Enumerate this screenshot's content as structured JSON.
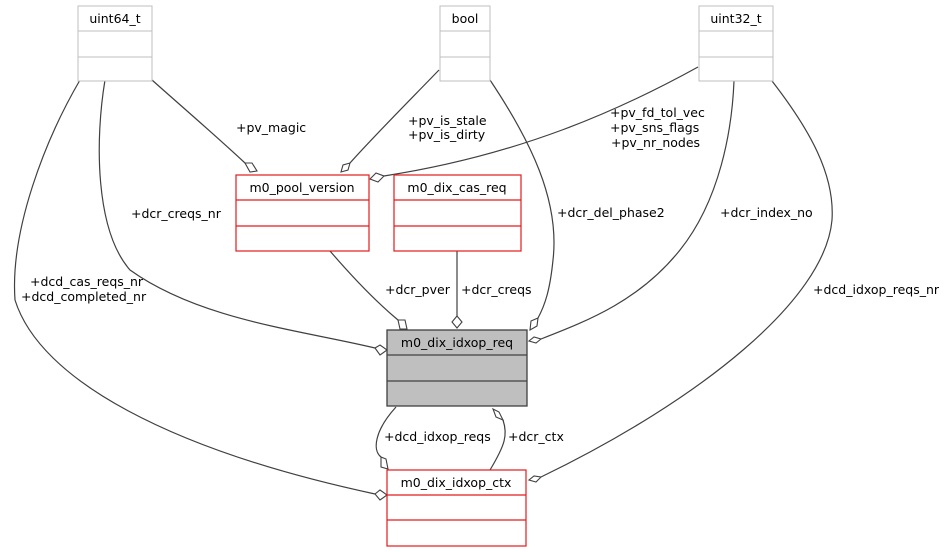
{
  "diagram": {
    "type": "collaboration-diagram",
    "nodes": {
      "uint64_t": {
        "label": "uint64_t",
        "style": "external"
      },
      "bool": {
        "label": "bool",
        "style": "external"
      },
      "uint32_t": {
        "label": "uint32_t",
        "style": "external"
      },
      "m0_pool_version": {
        "label": "m0_pool_version",
        "style": "linked"
      },
      "m0_dix_cas_req": {
        "label": "m0_dix_cas_req",
        "style": "linked"
      },
      "m0_dix_idxop_req": {
        "label": "m0_dix_idxop_req",
        "style": "focus"
      },
      "m0_dix_idxop_ctx": {
        "label": "m0_dix_idxop_ctx",
        "style": "linked"
      }
    },
    "edges": [
      {
        "from": "uint64_t",
        "to": "m0_pool_version",
        "labels": [
          "+pv_magic"
        ]
      },
      {
        "from": "bool",
        "to": "m0_pool_version",
        "labels": [
          "+pv_is_stale",
          "+pv_is_dirty"
        ]
      },
      {
        "from": "uint32_t",
        "to": "m0_pool_version",
        "labels": [
          "+pv_fd_tol_vec",
          "+pv_sns_flags",
          "+pv_nr_nodes"
        ]
      },
      {
        "from": "uint64_t",
        "to": "m0_dix_idxop_req",
        "labels": [
          "+dcr_creqs_nr"
        ]
      },
      {
        "from": "m0_pool_version",
        "to": "m0_dix_idxop_req",
        "labels": [
          "+dcr_pver"
        ]
      },
      {
        "from": "m0_dix_cas_req",
        "to": "m0_dix_idxop_req",
        "labels": [
          "+dcr_creqs"
        ]
      },
      {
        "from": "bool",
        "to": "m0_dix_idxop_req",
        "labels": [
          "+dcr_del_phase2"
        ]
      },
      {
        "from": "uint32_t",
        "to": "m0_dix_idxop_req",
        "labels": [
          "+dcr_index_no"
        ]
      },
      {
        "from": "m0_dix_idxop_ctx",
        "to": "m0_dix_idxop_req",
        "labels": [
          "+dcr_ctx"
        ]
      },
      {
        "from": "uint64_t",
        "to": "m0_dix_idxop_ctx",
        "labels": [
          "+dcd_cas_reqs_nr",
          "+dcd_completed_nr"
        ]
      },
      {
        "from": "m0_dix_idxop_req",
        "to": "m0_dix_idxop_ctx",
        "labels": [
          "+dcd_idxop_reqs"
        ]
      },
      {
        "from": "uint32_t",
        "to": "m0_dix_idxop_ctx",
        "labels": [
          "+dcd_idxop_reqs_nr"
        ]
      }
    ]
  },
  "colors": {
    "external_border": "#bfbfbf",
    "linked_border": "#e31a1c",
    "focus_fill": "#bfbfbf",
    "focus_border": "#404040",
    "edge": "#404040"
  }
}
